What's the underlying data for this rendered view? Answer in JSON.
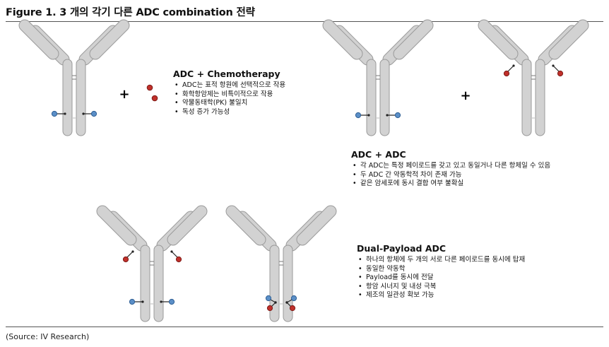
{
  "figure": {
    "title": "Figure 1. 3 개의 각기 다른 ADC combination 전략"
  },
  "source": "(Source:  IV Research)",
  "plus_symbol": "+",
  "blocks": {
    "chemo": {
      "title": "ADC + Chemotherapy",
      "items": [
        "ADC는 표적 항원에 선택적으로 작용",
        "화학항암제는 비특이적으로 작용",
        "약물동태학(PK) 불일치",
        "독성 증가 가능성"
      ]
    },
    "adc_adc": {
      "title": "ADC + ADC",
      "items": [
        "각 ADC는 특정 페이로드를 갖고 있고 동일거나 다른 항체일 수 있음",
        "두 ADC 간 약동학적 차이 존재 가능",
        "같은 암세포에 동시 결합 여부 불확실"
      ]
    },
    "dual": {
      "title": "Dual-Payload ADC",
      "items": [
        "하나의 항체에 두 개의 서로 다른 페이로드를 동시에 탑재",
        "동일한 약동학",
        "Payload를 동시에 전달",
        "항암 시너지 및 내성 극복",
        "제조의 일관성 확보 가능"
      ]
    }
  },
  "colors": {
    "antibody_fill": "#d2d2d2",
    "antibody_stroke": "#9a9a9a",
    "payload_blue": "#5b8fc7",
    "payload_red": "#c0302b",
    "linker": "#222222"
  },
  "icons": {
    "antibody": "antibody-y-icon",
    "payload_blue": "blue-payload-icon",
    "payload_red": "red-payload-icon",
    "chemo_drug": "chemo-drug-icon"
  }
}
